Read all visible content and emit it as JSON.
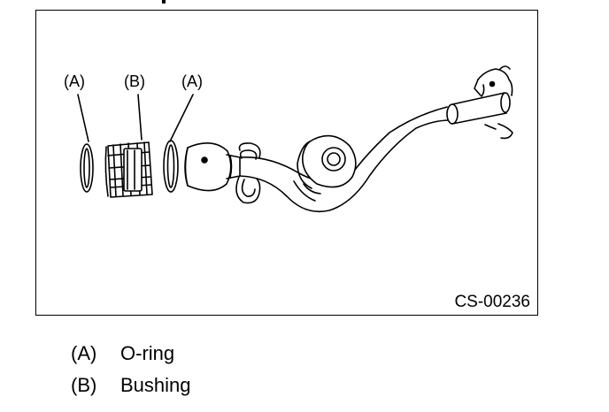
{
  "figure": {
    "code": "CS-00236",
    "callouts": {
      "left_a": "(A)",
      "b": "(B)",
      "right_a": "(A)"
    }
  },
  "legend": [
    {
      "key": "(A)",
      "label": "O-ring"
    },
    {
      "key": "(B)",
      "label": "Bushing"
    }
  ]
}
